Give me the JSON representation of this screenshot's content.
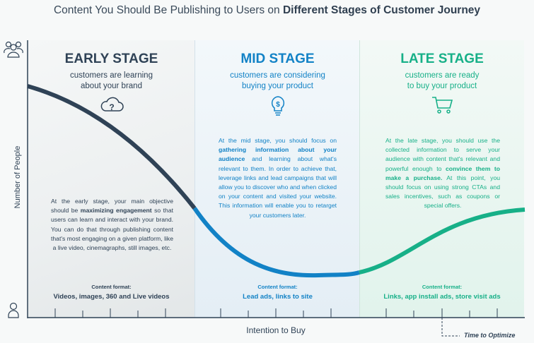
{
  "title_plain": "Content You Should Be Publishing to Users on ",
  "title_bold": "Different Stages of Customer Journey",
  "axes": {
    "y_label": "Number of People",
    "x_label": "Intention to Buy",
    "optimize_label": "Time to Optimize"
  },
  "colors": {
    "early": "#2f4256",
    "mid": "#1282c6",
    "late": "#17b088"
  },
  "stages": [
    {
      "heading": "EARLY STAGE",
      "sub1": "customers are learning",
      "sub2": "about your brand",
      "icon": "cloud-question-icon",
      "pre": "At the early stage, your main objective should be ",
      "bold": "maximizing engagement",
      "post": " so that users can learn and interact with your brand. You can do that through publishing content that's most engaging on a given platform, like a live video, cinemagraphs, still images, etc.",
      "format_label": "Content format:",
      "format_value": "Videos, images, 360 and Live videos"
    },
    {
      "heading": "MID STAGE",
      "sub1": "customers are considering",
      "sub2": "buying your product",
      "icon": "lightbulb-dollar-icon",
      "pre": "At the mid stage, you should focus on ",
      "bold": "gathering information about your audience",
      "post": " and learning about what's relevant to them. In order to achieve that, leverage links and lead campaigns that will allow you to discover who and when clicked on your content and visited your website. This information will enable you to retarget your customers later.",
      "format_label": "Content format:",
      "format_value": "Lead ads, links to site"
    },
    {
      "heading": "LATE STAGE",
      "sub1": "customers are ready",
      "sub2": "to buy your product",
      "icon": "shopping-cart-icon",
      "pre": "At the late stage, you should use the collected information to serve your audience with content that's relevant and powerful enough to ",
      "bold": "convince them to make a purchase.",
      "post": " At this point, you should focus on using strong CTAs and sales incentives, such as coupons or special offers.",
      "format_label": "Content format:",
      "format_value": "Links, app install ads, store visit ads"
    }
  ]
}
